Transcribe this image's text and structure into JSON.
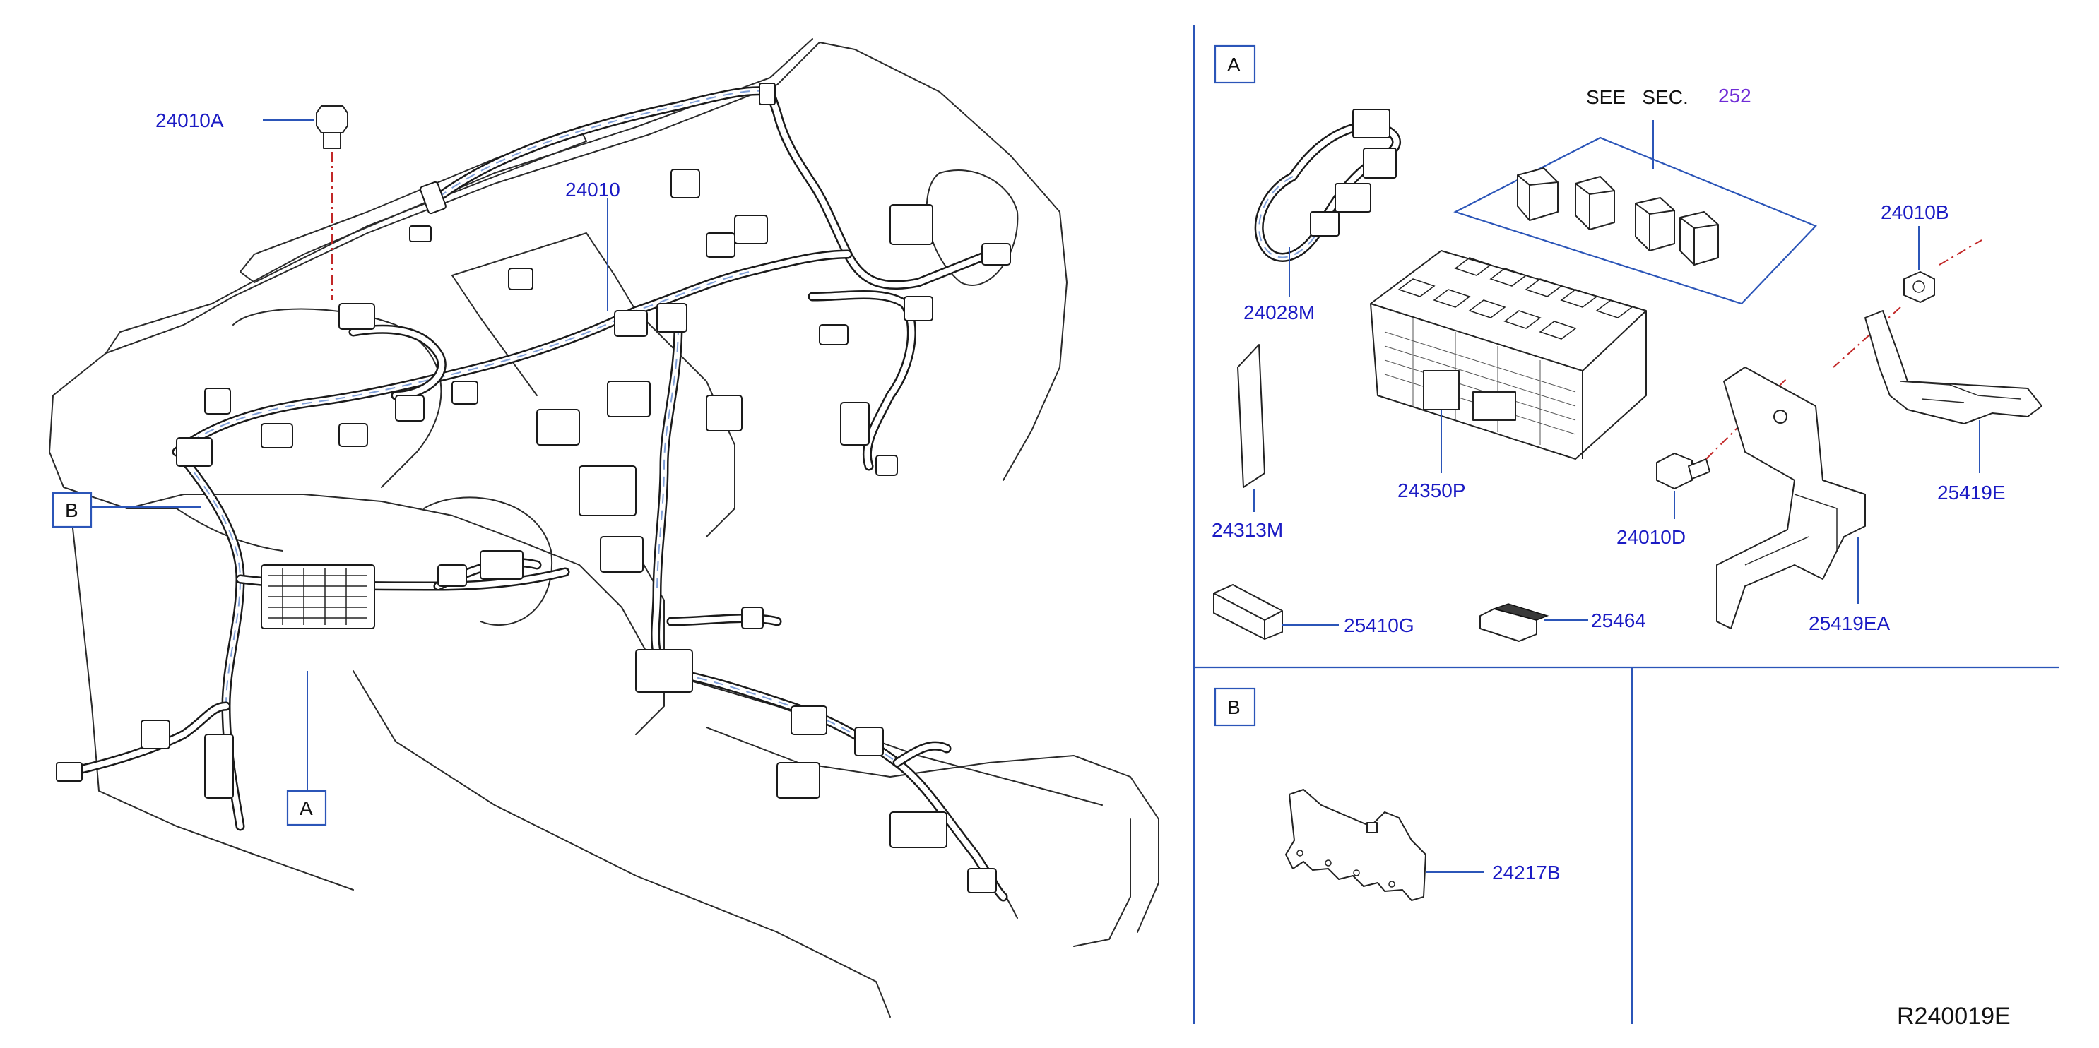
{
  "diagram": {
    "code": "R240019E",
    "see_section": {
      "prefix": "SEE   SEC.",
      "number": "252"
    }
  },
  "callouts": {
    "p24010A": "24010A",
    "p24010": "24010",
    "p24028M": "24028M",
    "p24313M": "24313M",
    "p24350P": "24350P",
    "p24010B": "24010B",
    "p24010D": "24010D",
    "p25419E": "25419E",
    "p25419EA": "25419EA",
    "p25410G": "25410G",
    "p25464": "25464",
    "p24217B": "24217B"
  },
  "views": {
    "A": "A",
    "B": "B"
  },
  "colors": {
    "label_blue": "#1b1bc4",
    "leader_blue": "#2b55b8",
    "section_ref_purple": "#6f2bd6",
    "centerline_red": "#c22828"
  }
}
